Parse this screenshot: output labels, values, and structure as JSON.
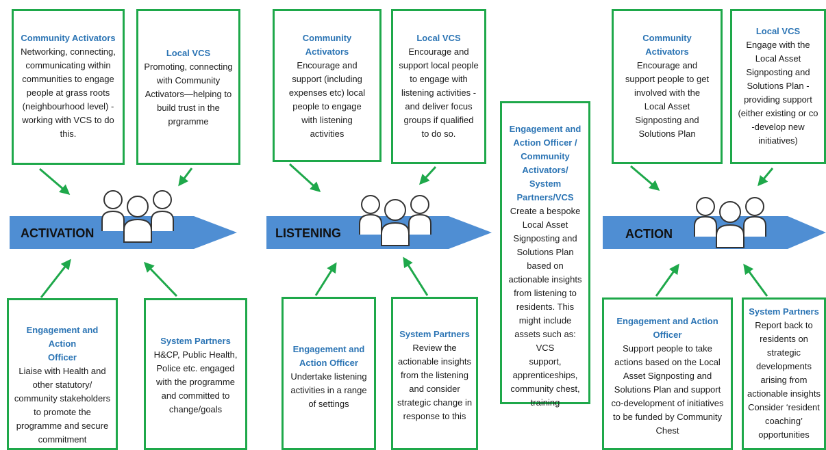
{
  "colors": {
    "box_border": "#1ea84a",
    "title_text": "#2b74b4",
    "body_text": "#1a1a1a",
    "arrow": "#1ea84a",
    "stage_band": "#4f8ed3"
  },
  "icons": [
    "people-group-icon"
  ],
  "stages": [
    {
      "label": "ACTIVATION",
      "top_boxes": [
        {
          "title": "Community Activators",
          "text": "Networking, connecting,\ncommunicating within\ncommunities to engage\npeople at grass roots\n(neighbourhood level) -\nworking with VCS to do\nthis."
        },
        {
          "title": "Local VCS",
          "text": "Promoting, connecting\nwith Community\nActivators—helping to\nbuild trust in the\nprgramme"
        }
      ],
      "bottom_boxes": [
        {
          "title": "Engagement and Action\nOfficer",
          "text": "Liaise with Health and\nother statutory/\ncommunity stakeholders\nto promote the\nprogramme and secure\ncommitment"
        },
        {
          "title": "System Partners",
          "text": "H&CP, Public Health,\nPolice etc. engaged\nwith the programme\nand committed to\nchange/goals"
        }
      ]
    },
    {
      "label": "LISTENING",
      "top_boxes": [
        {
          "title": "Community\nActivators",
          "text": "Encourage and\nsupport (including\nexpenses etc) local\npeople to engage\nwith listening\nactivities"
        },
        {
          "title": "Local VCS",
          "text": "Encourage and\nsupport local people\nto engage with\nlistening activities -\nand deliver focus\ngroups if qualified\nto do so."
        }
      ],
      "bottom_boxes": [
        {
          "title": "Engagement and\nAction Officer",
          "text": "Undertake listening\nactivities in a range\nof settings"
        },
        {
          "title": "System Partners",
          "text": "Review the\nactionable insights\nfrom the listening\nand consider\nstrategic change in\nresponse to this"
        }
      ]
    },
    {
      "label": "ACTION",
      "top_boxes": [
        {
          "title": "Community\nActivators",
          "text": "Encourage and\nsupport people to get\ninvolved with the\nLocal Asset\nSignposting and\nSolutions Plan"
        },
        {
          "title": "Local VCS",
          "text": "Engage with the\nLocal Asset\nSignposting and\nSolutions Plan -\nproviding support\n(either existing or co\n-develop new\ninitiatives)"
        }
      ],
      "bottom_boxes": [
        {
          "title": "Engagement and Action\nOfficer",
          "text": "Support people to take\nactions based on the Local\nAsset Signposting and\nSolutions Plan and support\nco-development of initiatives\nto be funded by Community\nChest"
        },
        {
          "title": "System Partners",
          "text": "Report back to\nresidents on\nstrategic\ndevelopments\narising from\nactionable insights\nConsider ‘resident\ncoaching’\nopportunities"
        }
      ]
    }
  ],
  "center_box": {
    "title": "Engagement and\nAction Officer /\nCommunity\nActivators/ System\nPartners/VCS",
    "text": "Create a bespoke\nLocal Asset\nSignposting and\nSolutions Plan\nbased on\nactionable insights\nfrom listening to\nresidents. This\nmight include\nassets such as: VCS\nsupport,\napprenticeships,\ncommunity chest,\ntraining"
  }
}
